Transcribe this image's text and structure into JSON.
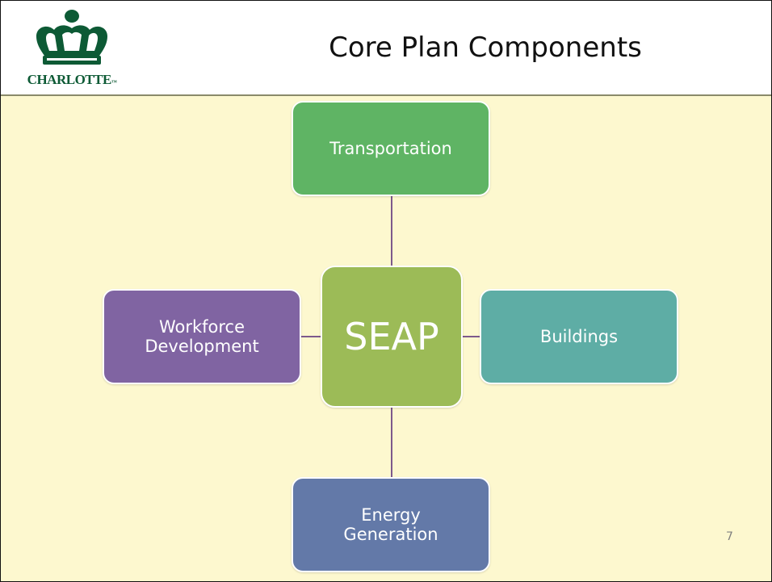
{
  "header": {
    "logo_text": "CHARLOTTE",
    "logo_mark": "™",
    "title": "Core Plan Components"
  },
  "diagram": {
    "center": "SEAP",
    "top": "Transportation",
    "left": "Workforce\nDevelopment",
    "right": "Buildings",
    "bottom": "Energy\nGeneration"
  },
  "colors": {
    "center": "#9cbb57",
    "top": "#5fb464",
    "left": "#8064a2",
    "right": "#5eada5",
    "bottom": "#6379a8",
    "connector": "#7d5a8c",
    "content_background": "#fdf8cf",
    "logo": "#0d5a35"
  },
  "footer": {
    "page_number": "7"
  }
}
